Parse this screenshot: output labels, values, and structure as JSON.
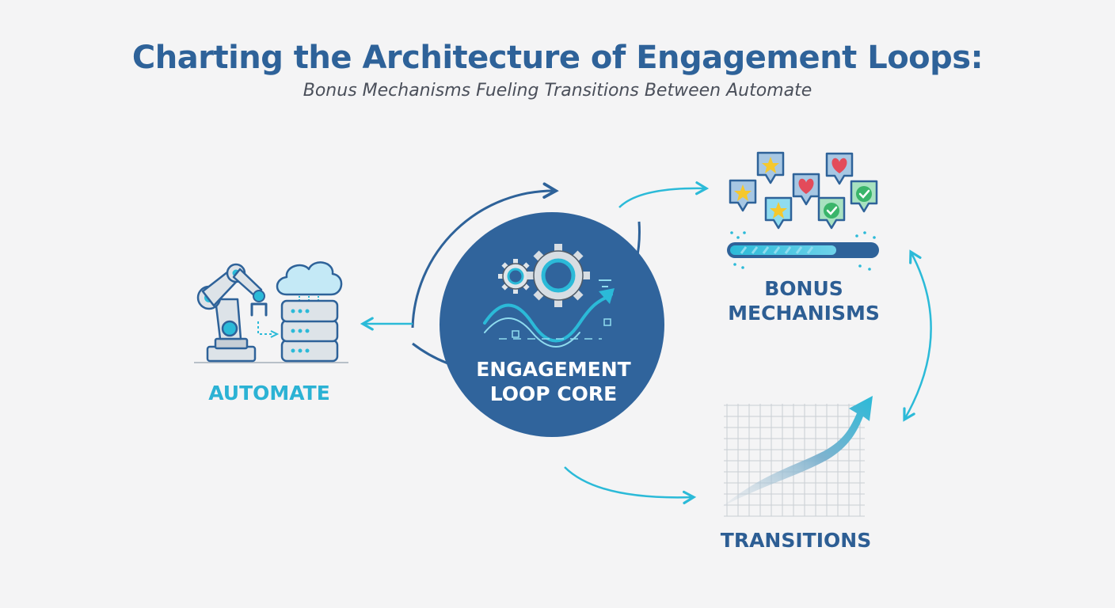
{
  "header": {
    "title": "Charting the Architecture of Engagement Loops:",
    "subtitle": "Bonus Mechanisms Fueling Transitions Between Automate"
  },
  "nodes": {
    "automate": {
      "label": "AUTOMATE",
      "icon": "robot-arm-database-icon"
    },
    "core": {
      "line1": "ENGAGEMENT",
      "line2": "LOOP CORE",
      "icon": "gears-wave-icon"
    },
    "bonus": {
      "line1": "BONUS",
      "line2": "MECHANISMS",
      "icon": "reward-badges-icon"
    },
    "transitions": {
      "label": "TRANSITIONS",
      "icon": "growth-arrow-icon"
    }
  },
  "colors": {
    "navy": "#2e6299",
    "deep_blue": "#30649c",
    "cyan": "#2bbad8",
    "light_cyan": "#8fdcef",
    "gray_text": "#4a4f5a",
    "automate_label": "#2bb2d4",
    "node_label": "#2d5e94",
    "star": "#f5c82d",
    "heart": "#e34b5a",
    "check": "#3ab56a"
  }
}
